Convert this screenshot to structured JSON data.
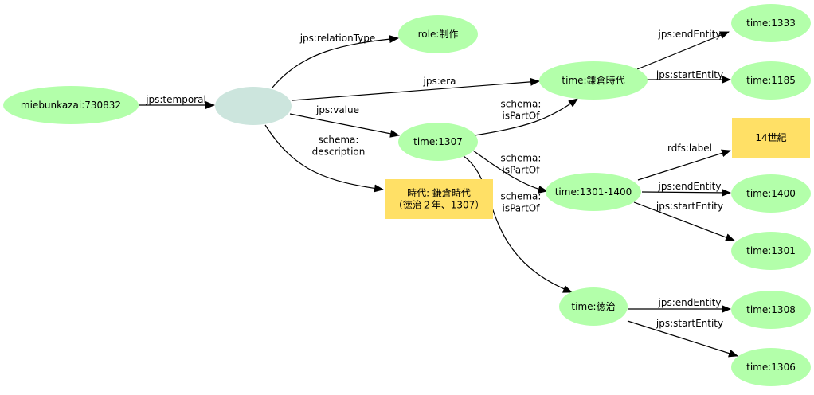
{
  "colors": {
    "resource_fill": "#b3ffaa",
    "blank_fill": "#cce5dd",
    "literal_fill": "#ffe066",
    "edge": "#000000",
    "background": "#ffffff"
  },
  "nodes": [
    {
      "id": "n_root",
      "label": "miebunkazai:730832",
      "kind": "resource"
    },
    {
      "id": "n_blank",
      "label": "",
      "kind": "blank"
    },
    {
      "id": "n_role",
      "label": "role:制作",
      "kind": "resource"
    },
    {
      "id": "n_era",
      "label": "time:鎌倉時代",
      "kind": "resource"
    },
    {
      "id": "n_1307",
      "label": "time:1307",
      "kind": "resource"
    },
    {
      "id": "n_desc",
      "label": "時代: 鎌倉時代\n（徳治２年、1307）",
      "kind": "literal"
    },
    {
      "id": "n_1333",
      "label": "time:1333",
      "kind": "resource"
    },
    {
      "id": "n_1185",
      "label": "time:1185",
      "kind": "resource"
    },
    {
      "id": "n_14c",
      "label": "14世紀",
      "kind": "literal"
    },
    {
      "id": "n_1301_1400",
      "label": "time:1301-1400",
      "kind": "resource"
    },
    {
      "id": "n_1400",
      "label": "time:1400",
      "kind": "resource"
    },
    {
      "id": "n_1301",
      "label": "time:1301",
      "kind": "resource"
    },
    {
      "id": "n_tokuji",
      "label": "time:徳治",
      "kind": "resource"
    },
    {
      "id": "n_1308",
      "label": "time:1308",
      "kind": "resource"
    },
    {
      "id": "n_1306",
      "label": "time:1306",
      "kind": "resource"
    }
  ],
  "edges": [
    {
      "id": "e1",
      "from": "n_root",
      "to": "n_blank",
      "label": "jps:temporal"
    },
    {
      "id": "e2",
      "from": "n_blank",
      "to": "n_role",
      "label": "jps:relationType"
    },
    {
      "id": "e3",
      "from": "n_blank",
      "to": "n_era",
      "label": "jps:era"
    },
    {
      "id": "e4",
      "from": "n_blank",
      "to": "n_1307",
      "label": "jps:value"
    },
    {
      "id": "e5",
      "from": "n_blank",
      "to": "n_desc",
      "label": "schema:\ndescription"
    },
    {
      "id": "e6",
      "from": "n_1307",
      "to": "n_era",
      "label": "schema:\nisPartOf"
    },
    {
      "id": "e7",
      "from": "n_1307",
      "to": "n_1301_1400",
      "label": "schema:\nisPartOf"
    },
    {
      "id": "e8",
      "from": "n_1307",
      "to": "n_tokuji",
      "label": "schema:\nisPartOf"
    },
    {
      "id": "e9",
      "from": "n_era",
      "to": "n_1333",
      "label": "jps:endEntity"
    },
    {
      "id": "e10",
      "from": "n_era",
      "to": "n_1185",
      "label": "jps:startEntity"
    },
    {
      "id": "e11",
      "from": "n_1301_1400",
      "to": "n_14c",
      "label": "rdfs:label"
    },
    {
      "id": "e12",
      "from": "n_1301_1400",
      "to": "n_1400",
      "label": "jps:endEntity"
    },
    {
      "id": "e13",
      "from": "n_1301_1400",
      "to": "n_1301",
      "label": "jps:startEntity"
    },
    {
      "id": "e14",
      "from": "n_tokuji",
      "to": "n_1308",
      "label": "jps:endEntity"
    },
    {
      "id": "e15",
      "from": "n_tokuji",
      "to": "n_1306",
      "label": "jps:startEntity"
    }
  ]
}
